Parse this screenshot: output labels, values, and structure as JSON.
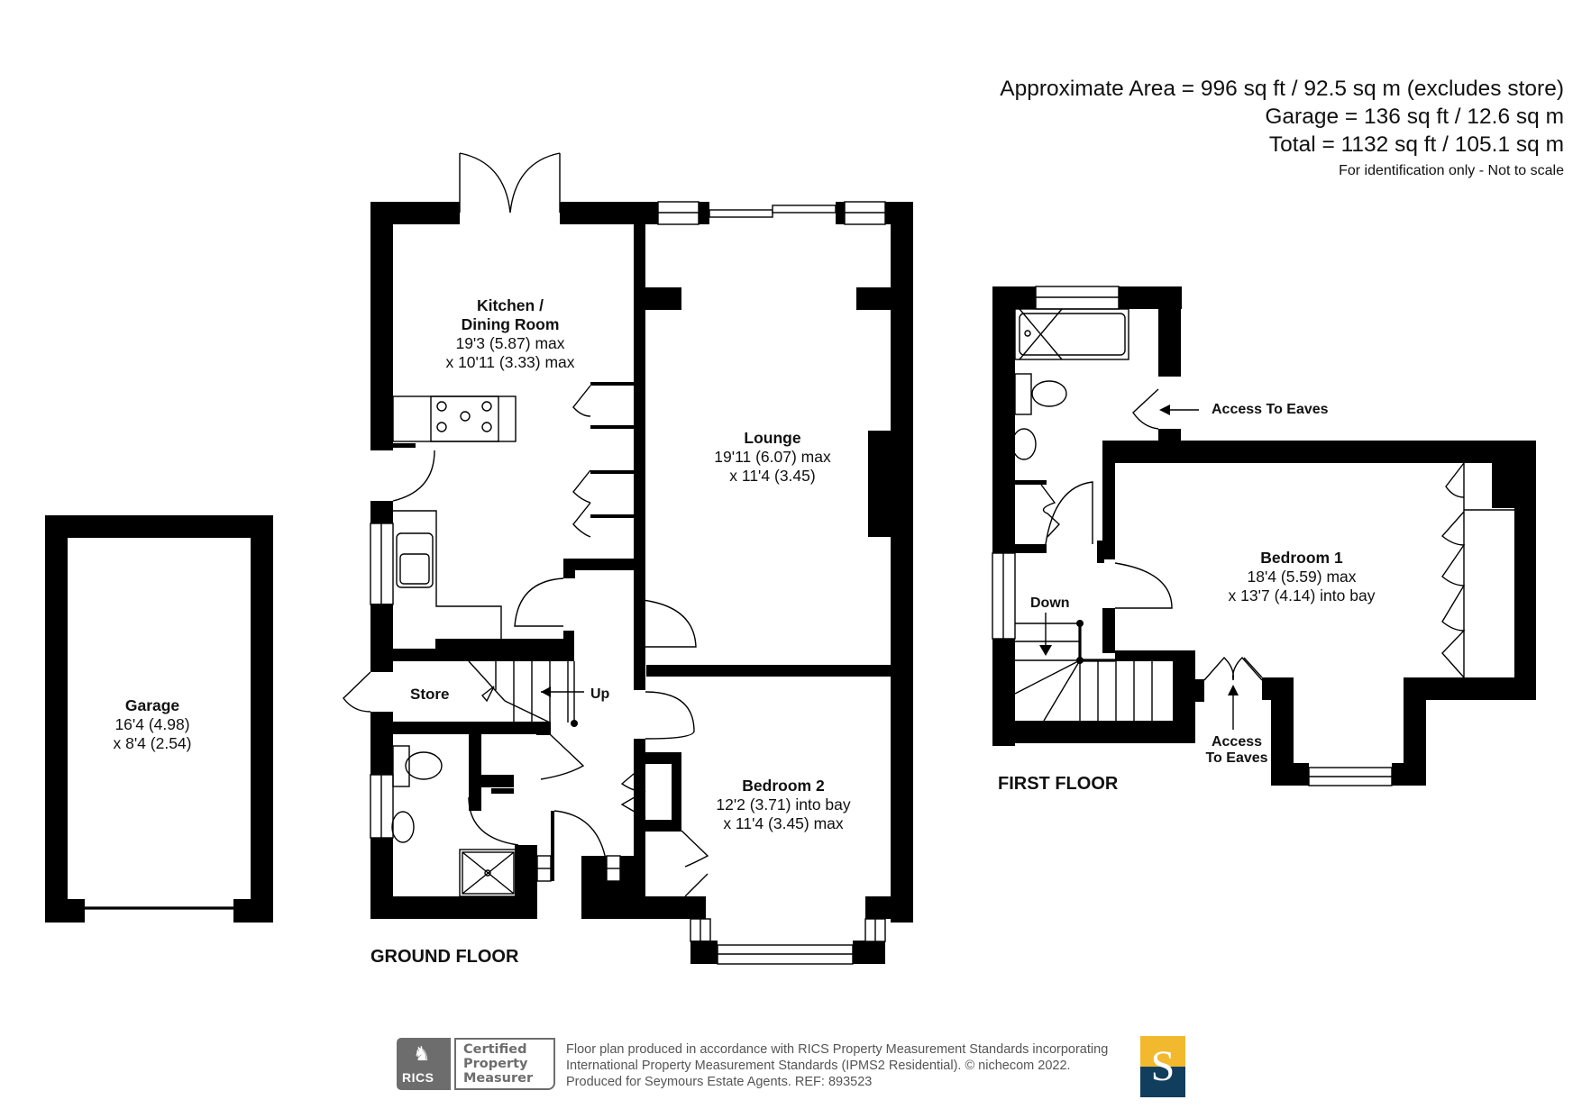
{
  "areas": {
    "approximate": "Approximate Area = 996 sq ft / 92.5 sq m (excludes store)",
    "garage": "Garage = 136 sq ft / 12.6 sq m",
    "total": "Total = 1132 sq ft / 105.1 sq m",
    "note": "For identification only - Not to scale"
  },
  "floors": {
    "ground": {
      "title": "GROUND FLOOR",
      "rooms": {
        "kitchen": {
          "name_line1": "Kitchen /",
          "name_line2": "Dining Room",
          "dim1": "19'3 (5.87) max",
          "dim2": "x 10'11 (3.33) max"
        },
        "lounge": {
          "name": "Lounge",
          "dim1": "19'11 (6.07) max",
          "dim2": "x 11'4 (3.45)"
        },
        "bedroom2": {
          "name": "Bedroom 2",
          "dim1": "12'2 (3.71) into bay",
          "dim2": "x 11'4 (3.45) max"
        },
        "store": {
          "name": "Store"
        }
      },
      "stairs_label": "Up"
    },
    "garage": {
      "name": "Garage",
      "dim1": "16'4 (4.98)",
      "dim2": "x 8'4 (2.54)"
    },
    "first": {
      "title": "FIRST FLOOR",
      "rooms": {
        "bedroom1": {
          "name": "Bedroom 1",
          "dim1": "18'4 (5.59) max",
          "dim2": "x 13'7 (4.14) into bay"
        }
      },
      "stairs_label": "Down",
      "eaves_label_1": "Access To Eaves",
      "eaves_label_2_line1": "Access",
      "eaves_label_2_line2": "To Eaves"
    }
  },
  "footer": {
    "badge": {
      "org": "RICS",
      "line1": "Certified",
      "line2": "Property",
      "line3": "Measurer"
    },
    "text_line1": "Floor plan produced in accordance with RICS Property Measurement Standards incorporating",
    "text_line2": "International Property Measurement Standards (IPMS2 Residential).   © nichecom 2022.",
    "text_line3": "Produced for Seymours Estate Agents.   REF:  893523",
    "logo_letter": "S",
    "logo_colors": {
      "top": "#F2B92E",
      "bottom": "#123E5E"
    }
  }
}
